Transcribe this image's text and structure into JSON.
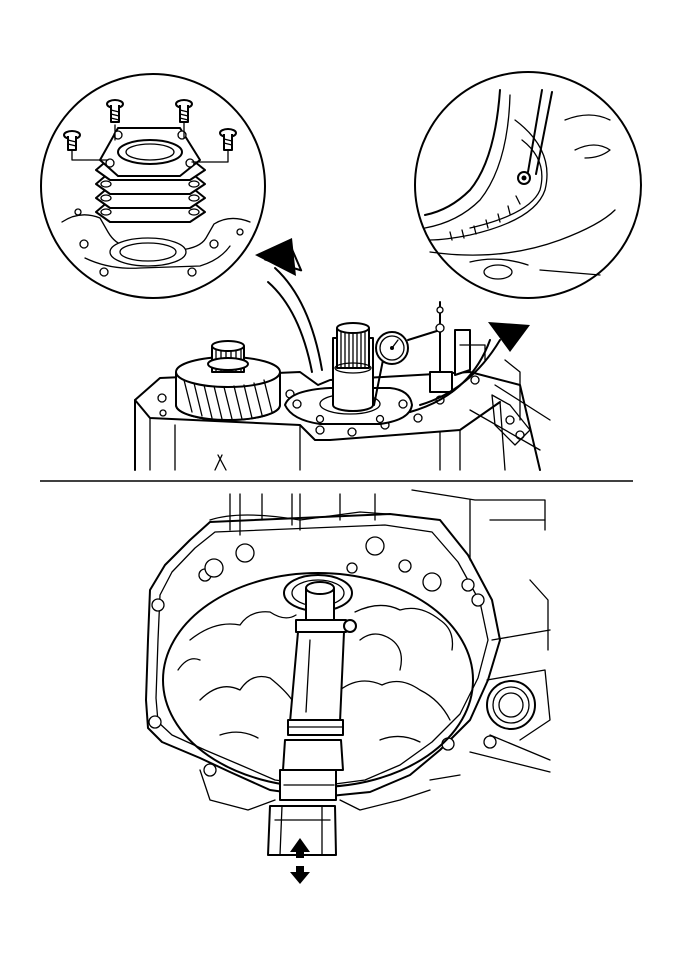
{
  "figure": {
    "top_panel": {
      "detail_left": "shim-and-bearing-retainer-screws",
      "detail_right": "dial-indicator-probe-on-bearing-race",
      "main": "transaxle-case-with-dial-indicator-on-output-shaft"
    },
    "bottom_panel": {
      "main": "transaxle-case-inside-view-with-shaft-puller",
      "arrow": "up-down-movement"
    }
  },
  "colors": {
    "line": "#000000",
    "background": "#ffffff"
  }
}
